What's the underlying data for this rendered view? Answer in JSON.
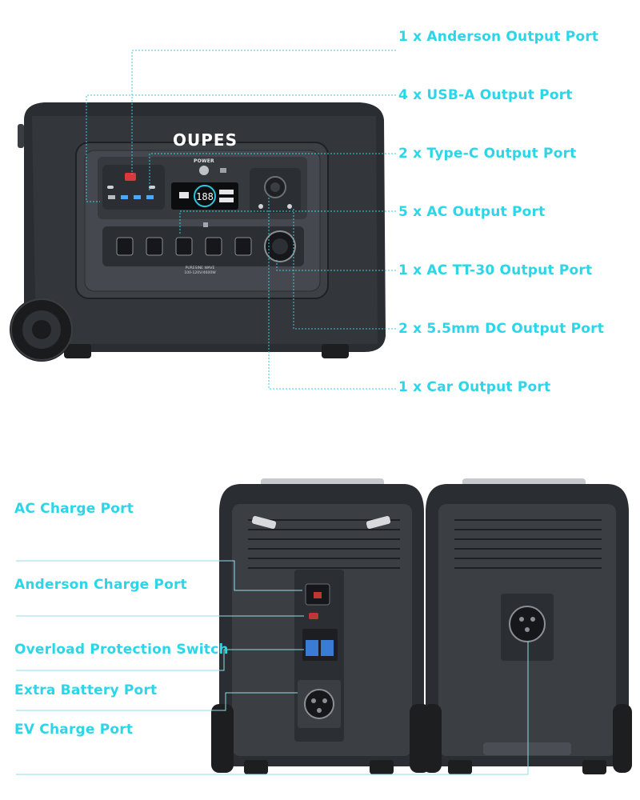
{
  "front": {
    "brand": "OUPES",
    "power_label": "POWER",
    "display_value": "188",
    "panel_text": "PURESINE WAVE\n100-120V/4600W",
    "callouts": [
      "1 x Anderson Output Port",
      "4 x USB-A Output Port",
      "2 x Type-C Output Port",
      "5 x AC Output Port",
      "1 x AC TT-30 Output Port",
      "2 x 5.5mm DC Output Port",
      "1 x Car Output Port"
    ]
  },
  "back": {
    "callouts": [
      "AC Charge Port",
      "Anderson Charge Port",
      "Overload Protection Switch",
      "Extra Battery Port",
      "EV Charge Port"
    ]
  },
  "colors": {
    "accent": "#2ad6e8",
    "body_dark": "#2a2d31",
    "panel": "#3d4146"
  }
}
